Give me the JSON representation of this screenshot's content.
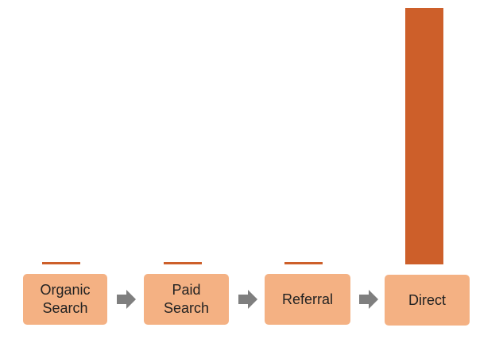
{
  "chart_data": {
    "type": "bar",
    "categories": [
      "Organic Search",
      "Paid Search",
      "Referral",
      "Direct"
    ],
    "category_labels": [
      "Organic\nSearch",
      "Paid\nSearch",
      "Referral",
      "Direct"
    ],
    "values": [
      0,
      0,
      0,
      100
    ],
    "ylim": [
      0,
      100
    ],
    "grid": false,
    "title": "",
    "xlabel": "",
    "ylabel": ""
  },
  "colors": {
    "bar": "#cd5f2a",
    "stage_box": "#f4b183",
    "arrow": "#7f7f7f"
  },
  "icons": {
    "connector": "arrow-right-icon"
  }
}
